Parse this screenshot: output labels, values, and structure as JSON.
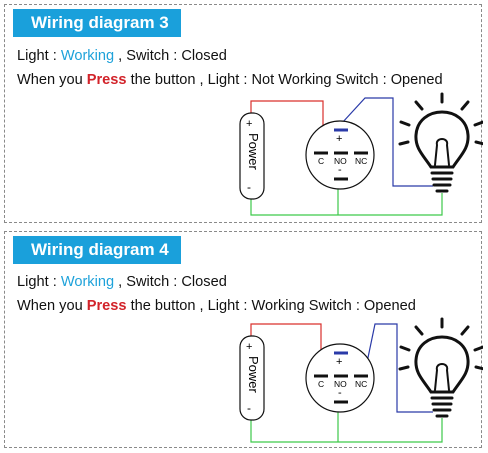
{
  "diagrams": [
    {
      "title": "Wiring diagram 3",
      "line1": {
        "prefix": "Light : ",
        "state": "Working",
        "suffix": " , Switch : Closed"
      },
      "line2": {
        "prefix": "When you ",
        "action": "Press",
        "suffix": " the button , Light : Not Working Switch : Opened"
      }
    },
    {
      "title": "Wiring diagram 4",
      "line1": {
        "prefix": "Light : ",
        "state": "Working",
        "suffix": " , Switch : Closed"
      },
      "line2": {
        "prefix": "When you ",
        "action": "Press",
        "suffix": " the button , Light : Working Switch : Opened"
      }
    }
  ],
  "battery": {
    "label": "Power",
    "plus": "+",
    "minus": "-"
  },
  "switch": {
    "c": "C",
    "no": "NO",
    "nc": "NC",
    "plus": "+",
    "minus": "-"
  },
  "colors": {
    "header": "#1aa0db",
    "accent_text": "#1ea2da",
    "press_text": "#d2232a",
    "wire_red": "#d9302c",
    "wire_blue": "#2a3aa8",
    "wire_green": "#3dc94a"
  }
}
